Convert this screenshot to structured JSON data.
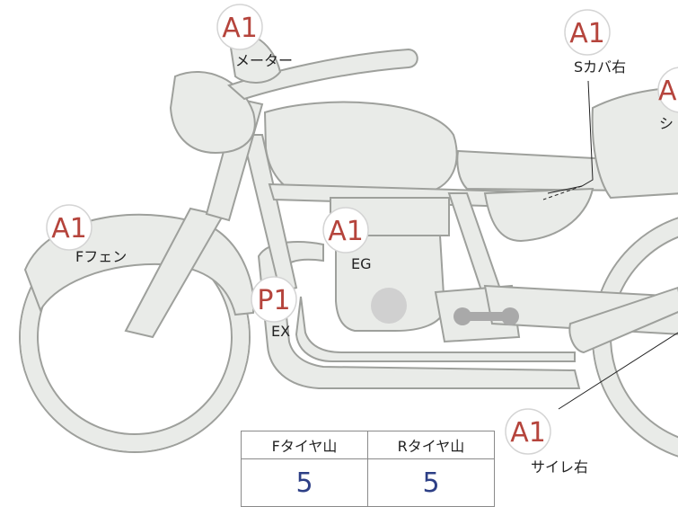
{
  "badges": [
    {
      "grade": "A1",
      "label": "メーター"
    },
    {
      "grade": "A1",
      "label": "Sカバ右"
    },
    {
      "grade": "A",
      "label": "シ"
    },
    {
      "grade": "A1",
      "label": "Fフェン"
    },
    {
      "grade": "A1",
      "label": "EG"
    },
    {
      "grade": "P1",
      "label": "EX"
    },
    {
      "grade": "A1",
      "label": "サイレ右"
    }
  ],
  "tire_table": {
    "headers": [
      "Fタイヤ山",
      "Rタイヤ山"
    ],
    "values": [
      "5",
      "5"
    ]
  },
  "colors": {
    "grade_text": "#b5443c",
    "value_text": "#2d3f86",
    "part_fill": "#e9ebe8",
    "part_stroke": "#9ea09c"
  }
}
